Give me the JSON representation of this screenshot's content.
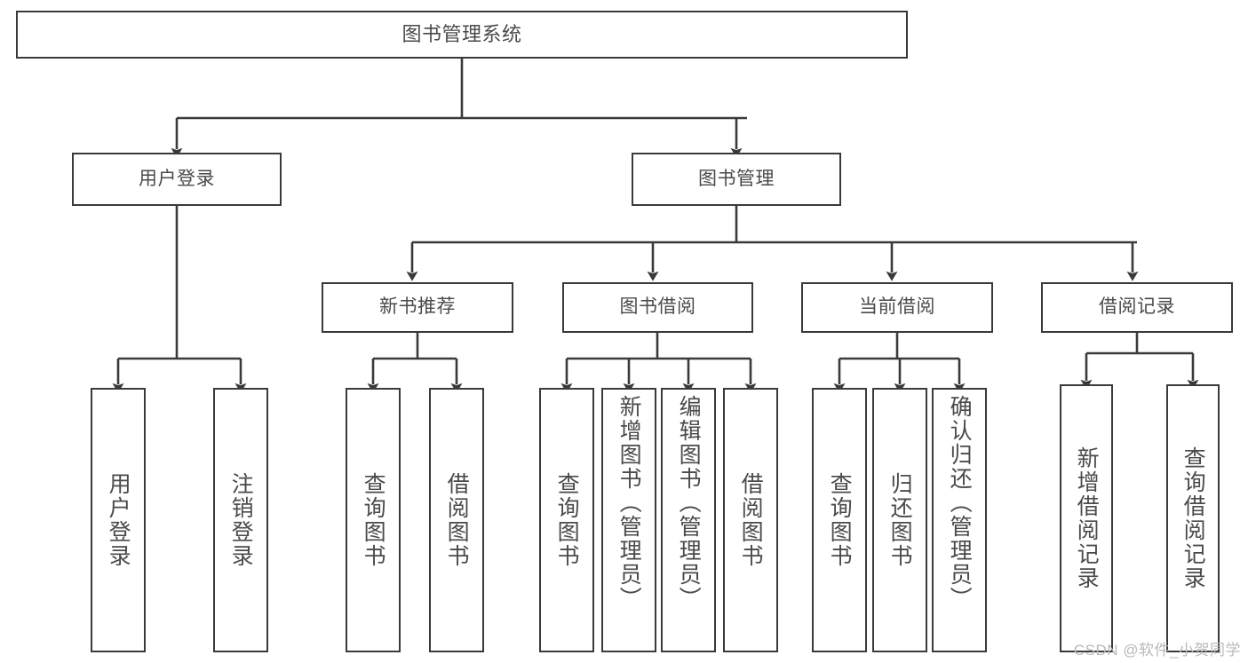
{
  "diagram": {
    "title": "图书管理系统",
    "type": "tree",
    "colors": {
      "box_border": "#3a3a3a",
      "box_fill": "#ffffff",
      "text": "#4a4a4a",
      "connector": "#3a3a3a",
      "watermark": "#b9b9b9"
    },
    "root": {
      "label": "图书管理系统"
    },
    "level2": [
      {
        "label": "用户登录"
      },
      {
        "label": "图书管理"
      }
    ],
    "level3": [
      {
        "label": "新书推荐"
      },
      {
        "label": "图书借阅"
      },
      {
        "label": "当前借阅"
      },
      {
        "label": "借阅记录"
      }
    ],
    "leaves": {
      "user_login": [
        {
          "label": "用户登录"
        },
        {
          "label": "注销登录"
        }
      ],
      "new_book": [
        {
          "label": "查询图书"
        },
        {
          "label": "借阅图书"
        }
      ],
      "book_borrow": [
        {
          "label": "查询图书"
        },
        {
          "label": "新增图书（管理员）"
        },
        {
          "label": "编辑图书（管理员）"
        },
        {
          "label": "借阅图书"
        }
      ],
      "current_borrow": [
        {
          "label": "查询图书"
        },
        {
          "label": "归还图书"
        },
        {
          "label": "确认归还（管理员）"
        }
      ],
      "borrow_record": [
        {
          "label": "新增借阅记录"
        },
        {
          "label": "查询借阅记录"
        }
      ]
    }
  },
  "watermark": {
    "text": "CSDN @软件_小贺同学"
  }
}
